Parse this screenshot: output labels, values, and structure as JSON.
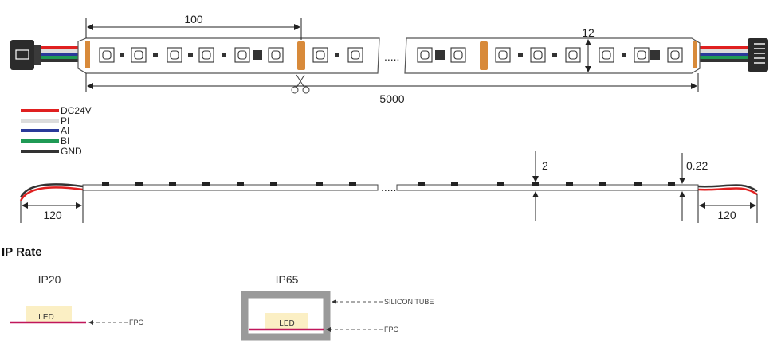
{
  "top_view": {
    "pitch_label": "100",
    "width_label": "12",
    "length_label": "5000",
    "ellipsis": "....."
  },
  "legend": [
    {
      "label": "DC24V",
      "color": "#e02020"
    },
    {
      "label": "PI",
      "color": "#dcdcdc"
    },
    {
      "label": "AI",
      "color": "#2a3a9a"
    },
    {
      "label": "BI",
      "color": "#1f9a55"
    },
    {
      "label": "GND",
      "color": "#333333"
    }
  ],
  "side_view": {
    "lead_left_label": "120",
    "lead_right_label": "120",
    "height_label": "2",
    "thickness_label": "0.22",
    "ellipsis": "....."
  },
  "ip_rate": {
    "title": "IP Rate",
    "ip20": {
      "label": "IP20",
      "led_text": "LED",
      "fpc_text": "FPC"
    },
    "ip65": {
      "label": "IP65",
      "led_text": "LED",
      "tube_text": "SILICON TUBE",
      "fpc_text": "FPC"
    }
  }
}
